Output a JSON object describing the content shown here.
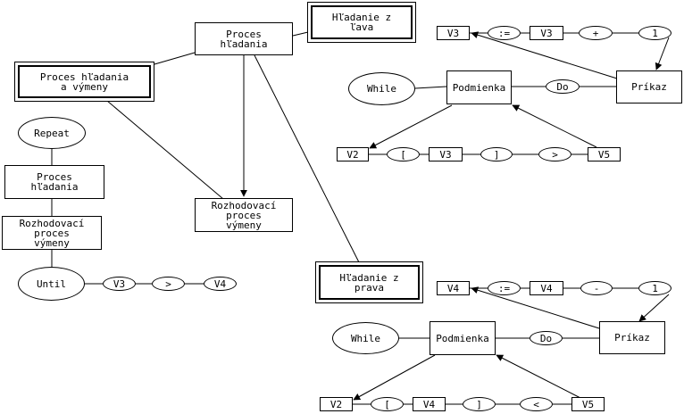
{
  "nodes": {
    "proces_hladania_top": "Proces\nhľadania",
    "hladanie_z_lava": "Hľadanie z\nľava",
    "proces_hladania_a_vymeny": "Proces hľadania\na výmeny",
    "rozhodovaci_proces_vymeny_center": "Rozhodovací\nproces\nvýmeny",
    "hladanie_z_prava": "Hľadanie z\nprava",
    "repeat": "Repeat",
    "proces_hladania_left": "Proces\nhľadania",
    "rozhodovaci_proces_vymeny_left": "Rozhodovací\nproces\nvýmeny",
    "until": "Until",
    "until_v3": "V3",
    "until_gt": ">",
    "until_v4": "V4",
    "top_v3_result": "V3",
    "top_assign": ":=",
    "top_v3": "V3",
    "top_plus": "+",
    "top_one": "1",
    "top_while": "While",
    "top_podmienka": "Podmienka",
    "top_do": "Do",
    "top_prikaz": "Príkaz",
    "top_v2": "V2",
    "top_lbracket": "[",
    "top_v3_index": "V3",
    "top_rbracket": "]",
    "top_gt": ">",
    "top_v5": "V5",
    "bot_v4_result": "V4",
    "bot_assign": ":=",
    "bot_v4": "V4",
    "bot_minus": "-",
    "bot_one": "1",
    "bot_while": "While",
    "bot_podmienka": "Podmienka",
    "bot_do": "Do",
    "bot_prikaz": "Príkaz",
    "bot_v2": "V2",
    "bot_lbracket": "[",
    "bot_v4_index": "V4",
    "bot_rbracket": "]",
    "bot_lt": "<",
    "bot_v5": "V5"
  },
  "colors": {
    "stroke": "#000000",
    "fill": "#ffffff"
  }
}
